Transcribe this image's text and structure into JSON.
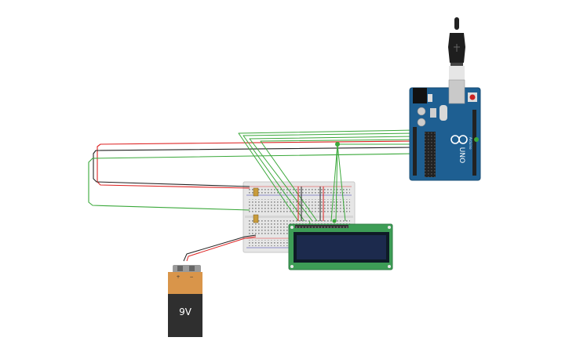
{
  "circuit": {
    "battery": {
      "label": "9V",
      "plus_label": "+",
      "minus_label": "−"
    },
    "arduino": {
      "board_name": "UNO",
      "brand": "Arduino"
    }
  }
}
